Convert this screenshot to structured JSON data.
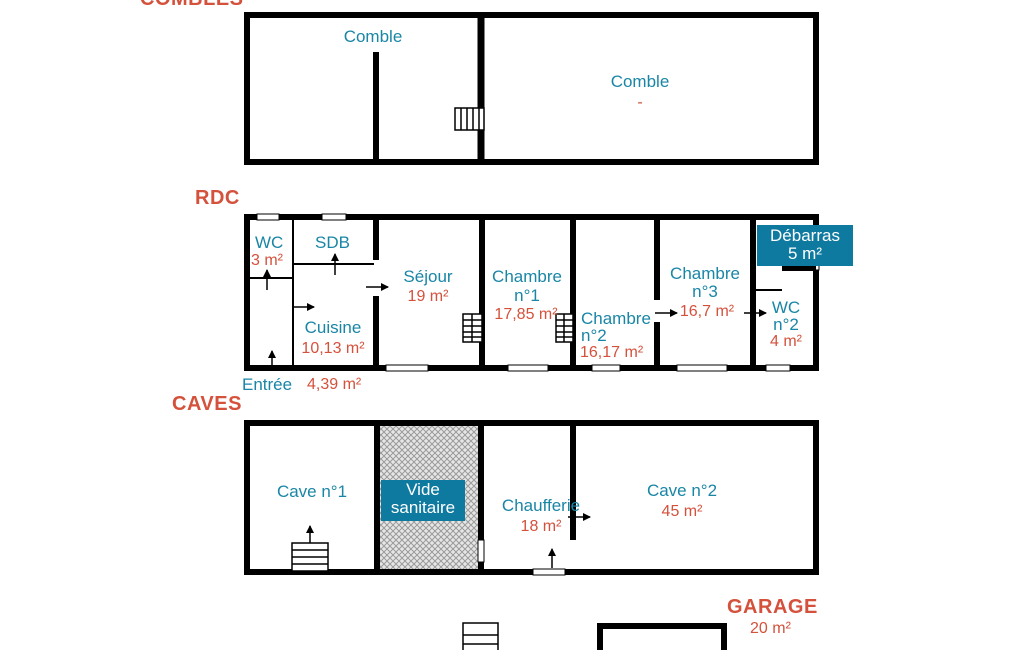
{
  "floors": {
    "combles": "COMBLES",
    "rdc": "RDC",
    "caves": "CAVES",
    "garage": "GARAGE",
    "garage_area": "20 m²"
  },
  "combles": {
    "room1": "Comble",
    "room2": "Comble",
    "room2_area": "-"
  },
  "rdc": {
    "wc1": "WC",
    "wc1_area": "3 m²",
    "sdb": "SDB",
    "sejour": "Séjour",
    "sejour_area": "19 m²",
    "chambre1_line1": "Chambre",
    "chambre1_line2": "n°1",
    "chambre1_area": "17,85 m²",
    "chambre2_line1": "Chambre",
    "chambre2_line2": "n°2",
    "chambre2_area": "16,17 m²",
    "chambre3_line1": "Chambre",
    "chambre3_line2": "n°3",
    "chambre3_area": "16,7 m²",
    "debarras_name": "Débarras",
    "debarras_area": "5 m²",
    "wc2_line1": "WC",
    "wc2_line2": "n°2",
    "wc2_area": "4 m²",
    "cuisine": "Cuisine",
    "cuisine_area": "10,13 m²",
    "entree": "Entrée",
    "entree_area": "4,39 m²"
  },
  "caves": {
    "cave1": "Cave n°1",
    "vide_line1": "Vide",
    "vide_line2": "sanitaire",
    "chaufferie": "Chaufferie",
    "chaufferie_area": "18 m²",
    "cave2": "Cave n°2",
    "cave2_area": "45 m²"
  },
  "colors": {
    "wall": "#000000",
    "room_name": "#1a86a6",
    "area": "#d4513c",
    "badge": "#0f7aa0"
  }
}
